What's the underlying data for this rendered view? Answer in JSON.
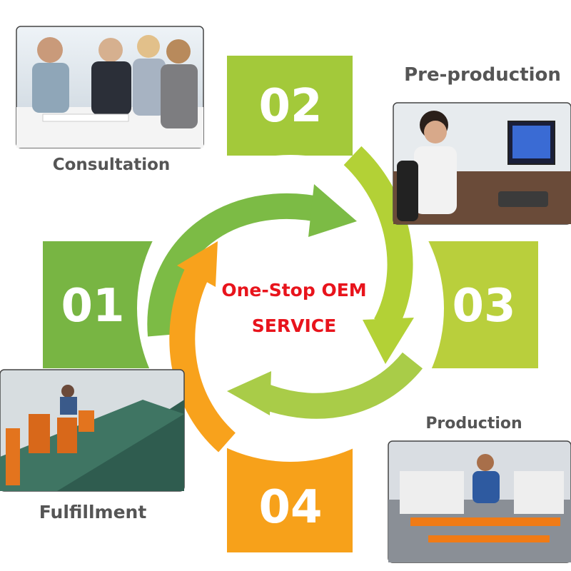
{
  "center": {
    "line1": "One-Stop OEM",
    "line2": "SERVICE",
    "color": "#e8141c"
  },
  "steps": [
    {
      "number": "01",
      "label": "Consultation",
      "color": "#78b543",
      "photo": "business-meeting-photo"
    },
    {
      "number": "02",
      "label": "Pre-production",
      "color": "#a3c93a",
      "photo": "designer-at-computer-photo"
    },
    {
      "number": "03",
      "label": "Production",
      "color": "#b9cf3c",
      "photo": "printing-machine-photo"
    },
    {
      "number": "04",
      "label": "Fulfillment",
      "color": "#f7a11a",
      "photo": "packing-line-photo"
    }
  ],
  "colors": {
    "arrow_green": "#7cbb45",
    "arrow_lime": "#b3d136",
    "arrow_lightgreen": "#a9cc48",
    "arrow_orange": "#f8a21c",
    "label_gray": "#555555"
  }
}
